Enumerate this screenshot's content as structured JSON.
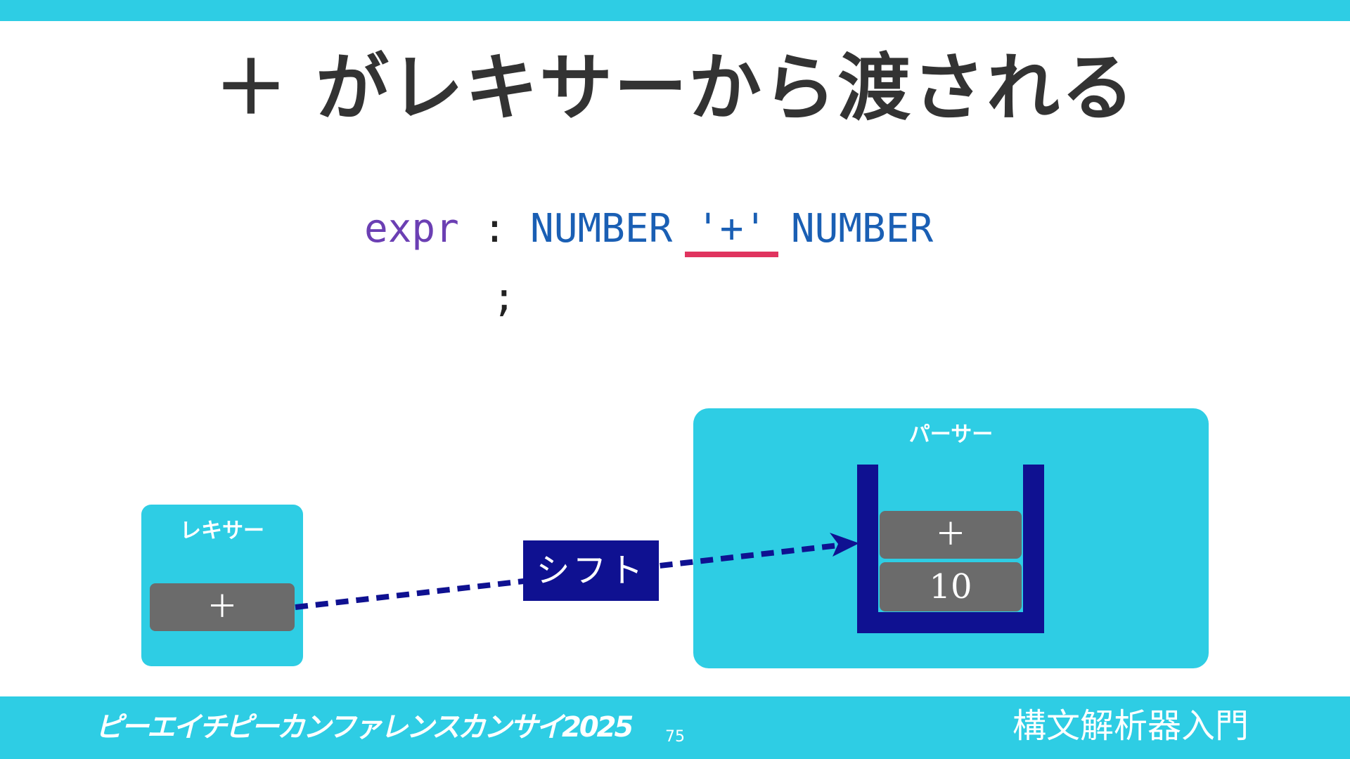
{
  "slide": {
    "title": "＋ がレキサーから渡される"
  },
  "grammar": {
    "rule": "expr",
    "colon": ":",
    "term1": "NUMBER",
    "term2": "'+'",
    "term3": "NUMBER",
    "semicolon": ";"
  },
  "lexer": {
    "label": "レキサー",
    "token": "＋"
  },
  "parser": {
    "label": "パーサー",
    "stack": [
      "＋",
      "10"
    ]
  },
  "action": {
    "label": "シフト"
  },
  "footer": {
    "event": "ピーエイチピーカンファレンスカンサイ2025",
    "page": "75",
    "talk_title": "構文解析器入門"
  },
  "colors": {
    "accent": "#2ecde4",
    "navy": "#0f1191",
    "token_gray": "#6b6b6b",
    "highlight": "#e0345f"
  }
}
